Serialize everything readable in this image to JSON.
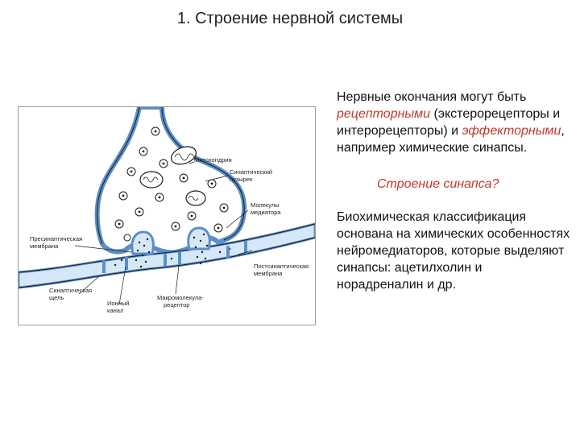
{
  "slide": {
    "title": "1. Строение нервной системы"
  },
  "paragraph1": {
    "part1": "Нервные окончания могут быть ",
    "receptor": "рецепторными",
    "part2": " (экстерорецепторы и интерорецепторы) и ",
    "effector": "эффекторными",
    "part3": ", например химические синапсы."
  },
  "question": "Строение синапса?",
  "paragraph2": "Биохимическая классификация основана на химических особенностях нейромедиаторов, которые выделяют синапсы: ацетилхолин и норадреналин и др.",
  "figure": {
    "labels": {
      "mitochondria": "Митохондрия",
      "vesicle_1": "Синаптический",
      "vesicle_2": "пузырек",
      "molecules_1": "Молекулы",
      "molecules_2": "медиатора",
      "presyn_1": "Пресинаптическая",
      "presyn_2": "мембрана",
      "postsyn_1": "Постсинаптическая",
      "postsyn_2": "мембрана",
      "cleft_1": "Синаптическая",
      "cleft_2": "щель",
      "ion_1": "Ионный",
      "ion_2": "канал",
      "receptor_1": "Макромолекула-",
      "receptor_2": "рецептор"
    },
    "colors": {
      "membrane": "#5b8fc7",
      "membrane_fill": "#d6e8f7",
      "ink": "#1a1a1a"
    }
  }
}
